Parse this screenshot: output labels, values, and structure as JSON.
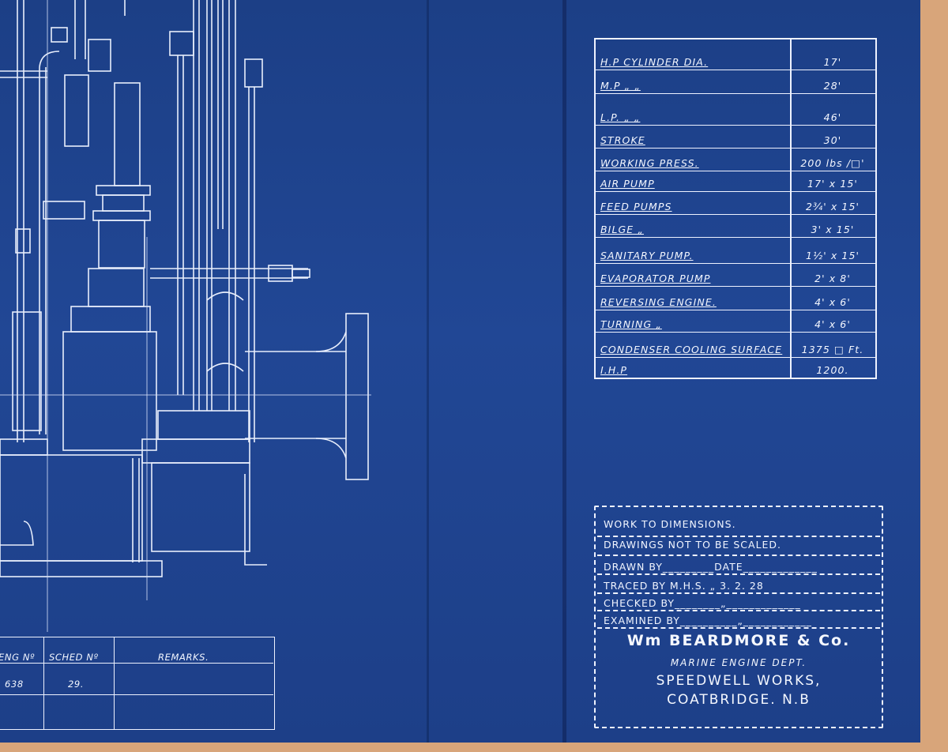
{
  "spec_table": {
    "rows": [
      {
        "label": "H.P CYLINDER  DIA.",
        "value": "17'"
      },
      {
        "label": "M.P        „        „",
        "value": "28'"
      },
      {
        "label": "L.P.       „        „",
        "value": "46'"
      },
      {
        "label": "STROKE",
        "value": "30'"
      },
      {
        "label": "WORKING PRESS.",
        "value": "200 lbs /□'"
      },
      {
        "label": "AIR PUMP",
        "value": "17' x 15'"
      },
      {
        "label": "FEED PUMPS",
        "value": "2¾' x 15'"
      },
      {
        "label": "BILGE       „",
        "value": "3' x 15'"
      },
      {
        "label": "SANITARY PUMP.",
        "value": "1½' x 15'"
      },
      {
        "label": "EVAPORATOR PUMP",
        "value": "2' x 8'"
      },
      {
        "label": "REVERSING  ENGINE.",
        "value": "4' x 6'"
      },
      {
        "label": "TURNING          „",
        "value": "4' x 6'"
      },
      {
        "label": "CONDENSER  COOLING SURFACE",
        "value": "1375 □ Ft."
      },
      {
        "label": "I.H.P",
        "value": "1200."
      }
    ]
  },
  "title_block": {
    "note1": "WORK TO DIMENSIONS.",
    "note2": "DRAWINGS  NOT  TO  BE  SCALED.",
    "drawn_by": "DRAWN BY_________DATE_____________",
    "traced_by": "TRACED BY  M.H.S.      „      3. 2. 28",
    "checked_by": "CHECKED BY________„_____________",
    "examined_by": "EXAMINED BY__________„____________",
    "company": "Wm BEARDMORE & Co.",
    "dept": "MARINE  ENGINE  DEPT.",
    "works": "SPEEDWELL WORKS,",
    "location": "COATBRIDGE. N.B"
  },
  "schedule": {
    "headers": [
      "ENG Nº",
      "SCHED Nº",
      "REMARKS."
    ],
    "row": [
      "638",
      "29.",
      ""
    ]
  }
}
